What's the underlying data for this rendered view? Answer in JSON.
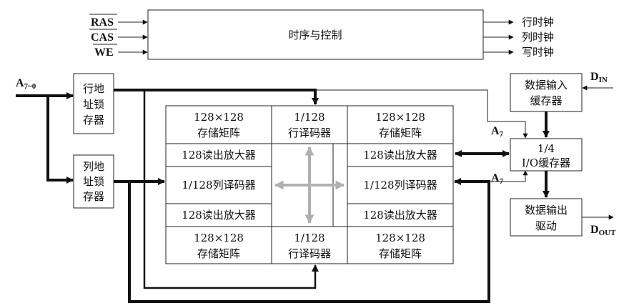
{
  "signals": {
    "ras": "RAS",
    "cas": "CAS",
    "we": "WE",
    "row_clock": "行时钟",
    "col_clock": "列时钟",
    "write_clock": "写时钟",
    "addr_in_main": "A",
    "addr_in_sub": "7~0",
    "a7_main": "A",
    "a7_sub": "7",
    "din_main": "D",
    "din_sub": "IN",
    "dout_main": "D",
    "dout_sub": "OUT"
  },
  "blocks": {
    "timing_control": "时序与控制",
    "row_latch": [
      "行地",
      "址锁",
      "存器"
    ],
    "col_latch": [
      "列地",
      "址锁",
      "存器"
    ],
    "input_buffer": [
      "数据输入",
      "缓存器"
    ],
    "io_buffer": [
      "1/4",
      "I/O缓存器"
    ],
    "output_driver": [
      "数据输出",
      "驱动"
    ]
  },
  "array": {
    "matrix": [
      "128×128",
      "存储矩阵"
    ],
    "row_decoder": [
      "1/128",
      "行译码器"
    ],
    "sense_amp": "128读出放大器",
    "col_decoder": "1/128列译码器"
  },
  "colors": {
    "line": "#111111",
    "center_arrows": "#b0b0b0"
  }
}
